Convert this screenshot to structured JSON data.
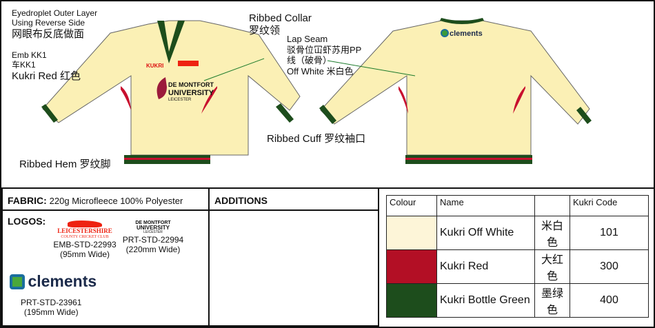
{
  "annotations": {
    "eyedroplet": [
      "Eyedroplet Outer Layer",
      "Using Reverse Side",
      "网眼布反底做面"
    ],
    "emb": [
      "Emb KK1",
      "车KK1",
      "Kukri Red 红色"
    ],
    "collar": [
      "Ribbed Collar",
      "罗纹领"
    ],
    "lap": [
      "Lap Seam",
      "驳骨位冚虾苏用PP",
      "线（破骨）",
      "Off White 米白色"
    ],
    "cuff": "Ribbed Cuff 罗纹袖口",
    "hem": "Ribbed Hem 罗纹脚"
  },
  "shirt_logos": {
    "kukri": "KUKRI",
    "dmu": [
      "DE MONTFORT",
      "UNIVERSITY",
      "LEICESTER"
    ],
    "clements": "clements"
  },
  "fabric": {
    "label": "FABRIC:",
    "value": "220g Microfleece 100% Polyester"
  },
  "additions": {
    "label": "ADDITIONS"
  },
  "logos": {
    "label": "LOGOS:",
    "items": [
      {
        "logo": [
          "LEICESTERSHIRE",
          "COUNTY CRICKET CLUB"
        ],
        "code": "EMB-STD-22993",
        "size": "(95mm Wide)"
      },
      {
        "logo": [
          "DE MONTFORT",
          "UNIVERSITY",
          "LEICESTER"
        ],
        "code": "PRT-STD-22994",
        "size": "(220mm Wide)"
      },
      {
        "logo": [
          "clements"
        ],
        "code": "PRT-STD-23961",
        "size": "(195mm Wide)"
      }
    ]
  },
  "colours": {
    "headers": [
      "Colour",
      "Name",
      "",
      "Kukri Code"
    ],
    "rows": [
      {
        "swatch": "#fdf5d8",
        "name": "Kukri Off White",
        "cn": "米白色",
        "code": "101"
      },
      {
        "swatch": "#b30f25",
        "name": "Kukri Red",
        "cn": "大红色",
        "code": "300"
      },
      {
        "swatch": "#1d4d1c",
        "name": "Kukri Bottle Green",
        "cn": "墨绿色",
        "code": "400"
      }
    ]
  }
}
